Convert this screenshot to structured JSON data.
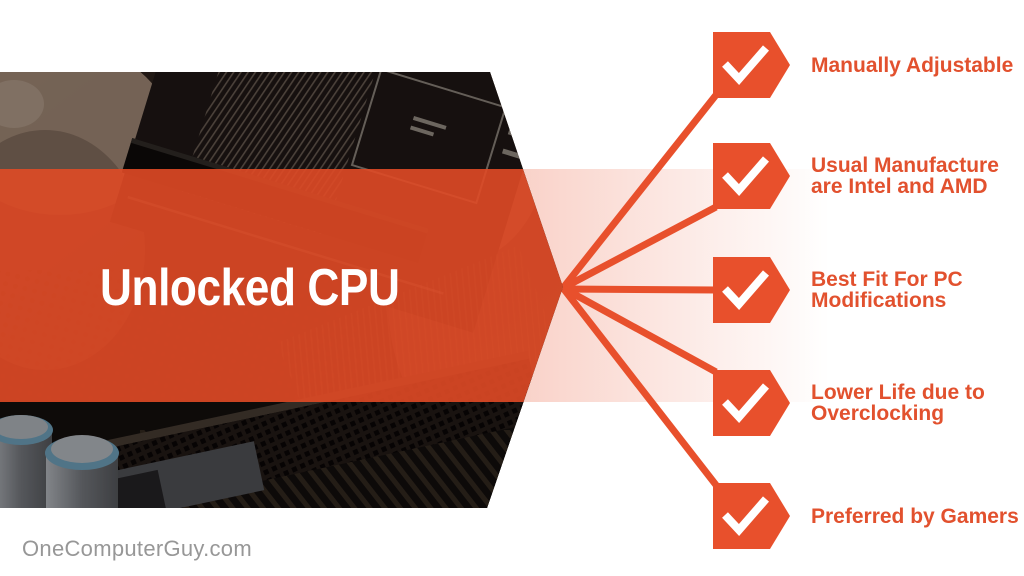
{
  "banner": {
    "title": "Unlocked CPU",
    "overlay_color": "#e04a26",
    "title_color": "#ffffff"
  },
  "features": [
    {
      "line1": "Manually Adjustable",
      "line2": ""
    },
    {
      "line1": "Usual Manufacture",
      "line2": "are Intel and AMD"
    },
    {
      "line1": "Best Fit For PC",
      "line2": "Modifications"
    },
    {
      "line1": "Lower Life due to",
      "line2": "Overclocking"
    },
    {
      "line1": "Preferred by Gamers",
      "line2": ""
    }
  ],
  "footer": {
    "site": "OneComputerGuy.com",
    "color": "#979797"
  },
  "icons": {
    "checkmark": "✓"
  },
  "colors": {
    "accent": "#e8502c",
    "label_text": "#e2512e",
    "banner_fade": "#e8502c"
  }
}
